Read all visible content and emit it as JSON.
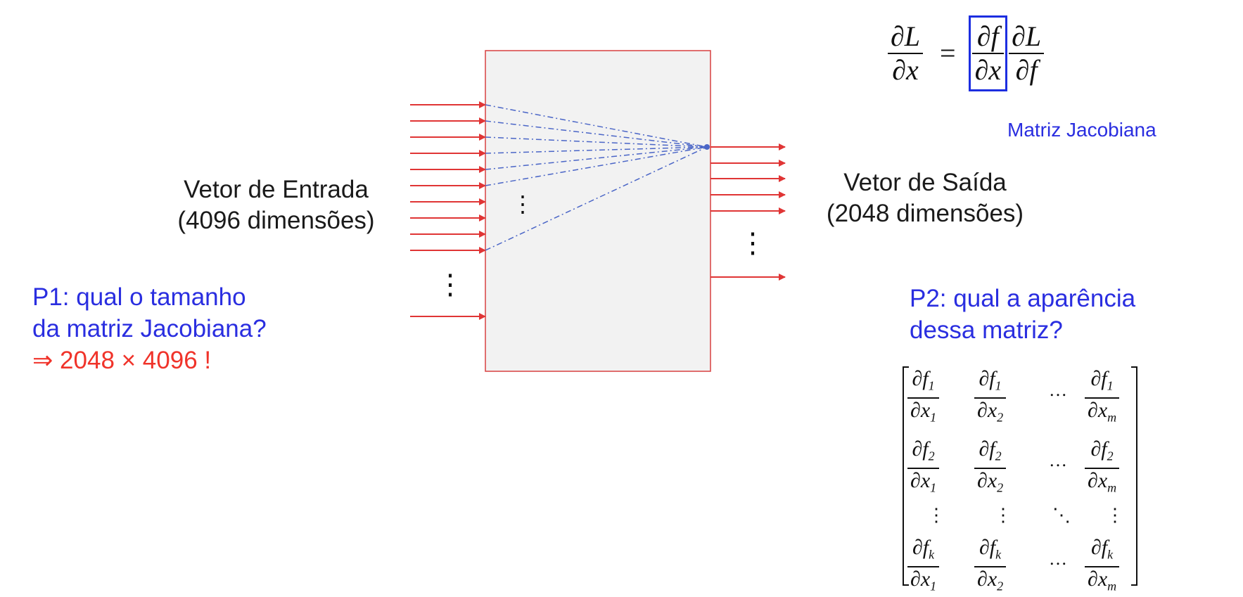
{
  "colors": {
    "arrow": "#e03535",
    "box_fill": "#f2f2f2",
    "box_stroke": "#d84040",
    "dash": "#4b66c7",
    "question": "#2a2ee0",
    "answer": "#f0332a",
    "jacobian_box": "#1c2ee0"
  },
  "input": {
    "title": "Vetor de Entrada",
    "dims": "(4096 dimensões)"
  },
  "output": {
    "title": "Vetor de Saída",
    "dims": "(2048 dimensões)"
  },
  "q1": {
    "line1": "P1: qual o tamanho",
    "line2": "da matriz Jacobiana?",
    "answer": "⇒ 2048 × 4096 !"
  },
  "q2": {
    "line1": "P2: qual a aparência",
    "line2": "dessa matriz?"
  },
  "equation": {
    "lhs_num": "∂L",
    "lhs_den": "∂x",
    "equals": "=",
    "j_num": "∂f",
    "j_den": "∂x",
    "r_num": "∂L",
    "r_den": "∂f",
    "caption": "Matriz Jacobiana"
  },
  "ellipsis": {
    "vertical": "⋮",
    "horizontal": "…",
    "diagonal": "⋱"
  },
  "matrix": {
    "rows": [
      [
        {
          "f": "f",
          "fi": "1",
          "x": "x",
          "xi": "1"
        },
        {
          "f": "f",
          "fi": "1",
          "x": "x",
          "xi": "2"
        },
        null,
        {
          "f": "f",
          "fi": "1",
          "x": "x",
          "xi": "m"
        }
      ],
      [
        {
          "f": "f",
          "fi": "2",
          "x": "x",
          "xi": "1"
        },
        {
          "f": "f",
          "fi": "2",
          "x": "x",
          "xi": "2"
        },
        null,
        {
          "f": "f",
          "fi": "2",
          "x": "x",
          "xi": "m"
        }
      ],
      [
        {
          "f": "f",
          "fi": "k",
          "x": "x",
          "xi": "1"
        },
        {
          "f": "f",
          "fi": "k",
          "x": "x",
          "xi": "2"
        },
        null,
        {
          "f": "f",
          "fi": "k",
          "x": "x",
          "xi": "m"
        }
      ]
    ]
  }
}
